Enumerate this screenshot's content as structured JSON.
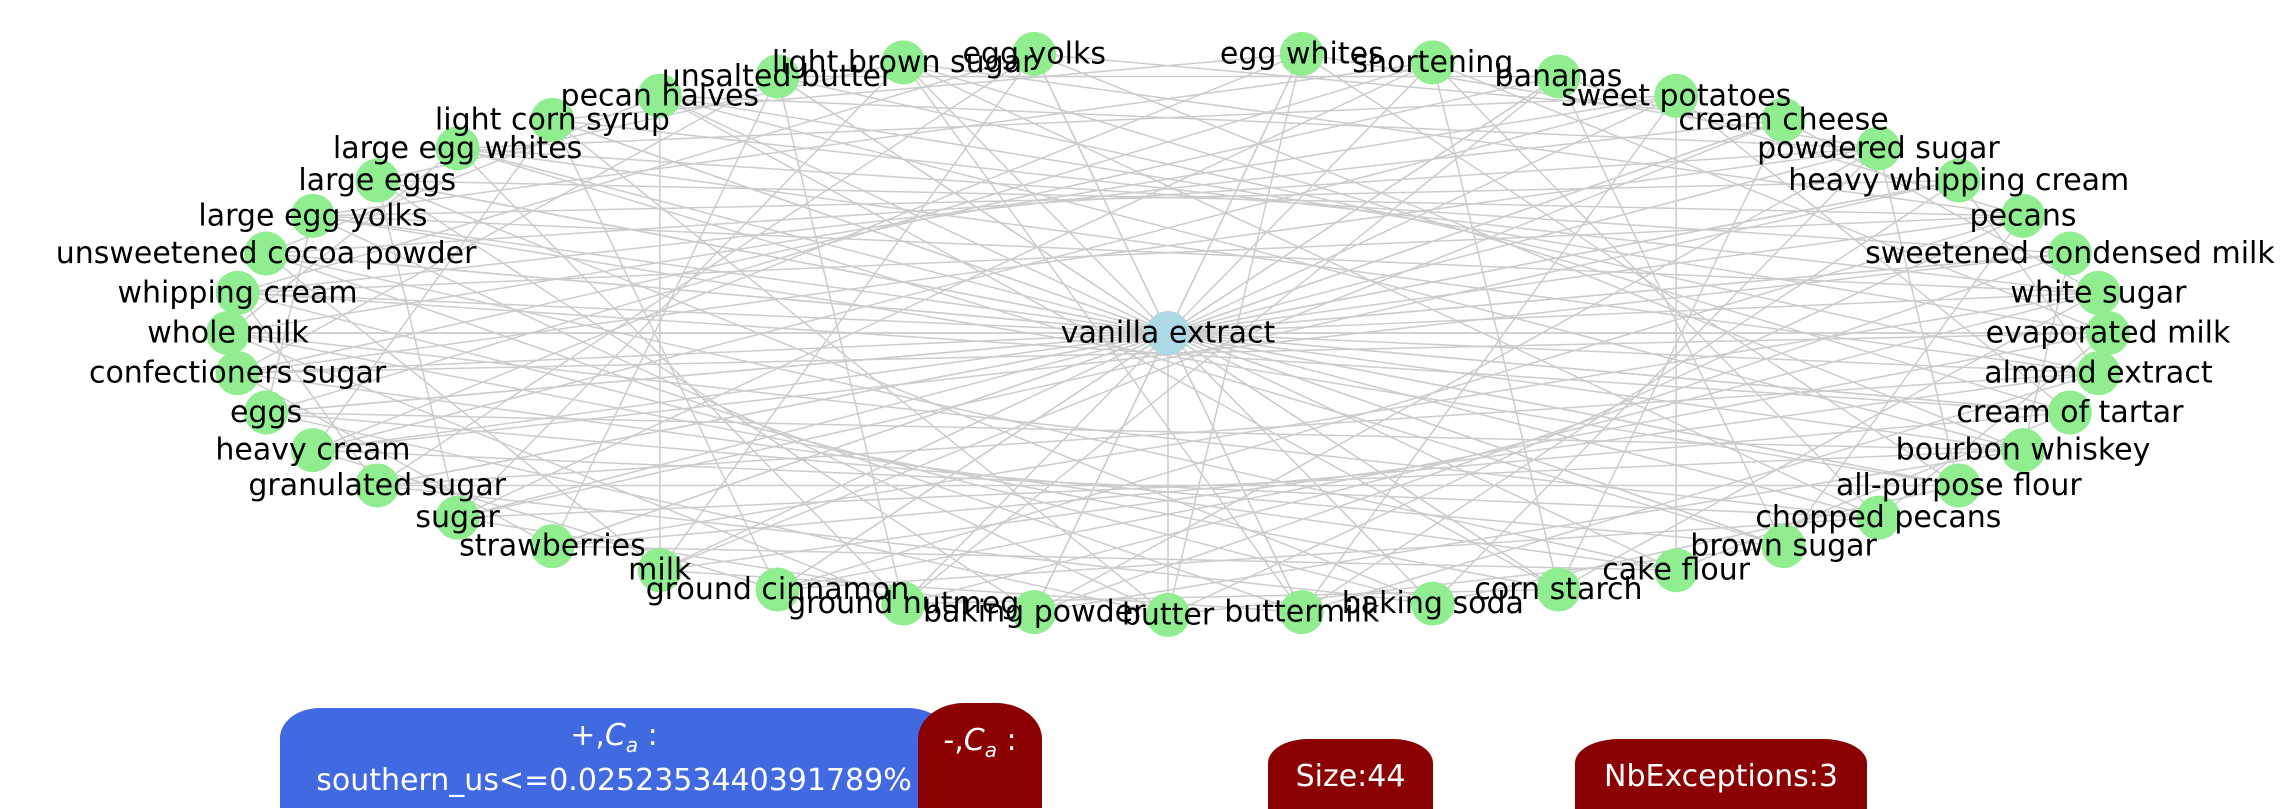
{
  "graph": {
    "center": {
      "label": "vanilla extract",
      "color": "#add8e6"
    },
    "node_color": "#90ee90",
    "edge_color": "#cccccc",
    "nodes": [
      "egg whites",
      "shortening",
      "bananas",
      "sweet potatoes",
      "cream cheese",
      "powdered sugar",
      "heavy whipping cream",
      "pecans",
      "sweetened condensed milk",
      "white sugar",
      "evaporated milk",
      "almond extract",
      "cream of tartar",
      "bourbon whiskey",
      "all-purpose flour",
      "chopped pecans",
      "brown sugar",
      "cake flour",
      "corn starch",
      "baking soda",
      "buttermilk",
      "butter",
      "baking powder",
      "ground nutmeg",
      "ground cinnamon",
      "milk",
      "strawberries",
      "sugar",
      "granulated sugar",
      "heavy cream",
      "eggs",
      "confectioners sugar",
      "whole milk",
      "whipping cream",
      "unsweetened cocoa powder",
      "large egg yolks",
      "large eggs",
      "large egg whites",
      "light corn syrup",
      "pecan halves",
      "unsalted butter",
      "light brown sugar",
      "egg yolks"
    ]
  },
  "badges": {
    "positive": {
      "prefix": "+,",
      "symbol": "C",
      "sub": "a",
      "suffix": " :",
      "line2": "southern_us<=0.025235344039178​9%",
      "color": "#4169e1"
    },
    "negative": {
      "prefix": "-,",
      "symbol": "C",
      "sub": "a",
      "suffix": " :",
      "color": "#8b0000"
    },
    "size": {
      "text": "Size:44",
      "color": "#8b0000"
    },
    "exceptions": {
      "text": "NbExceptions:3",
      "color": "#8b0000"
    }
  }
}
